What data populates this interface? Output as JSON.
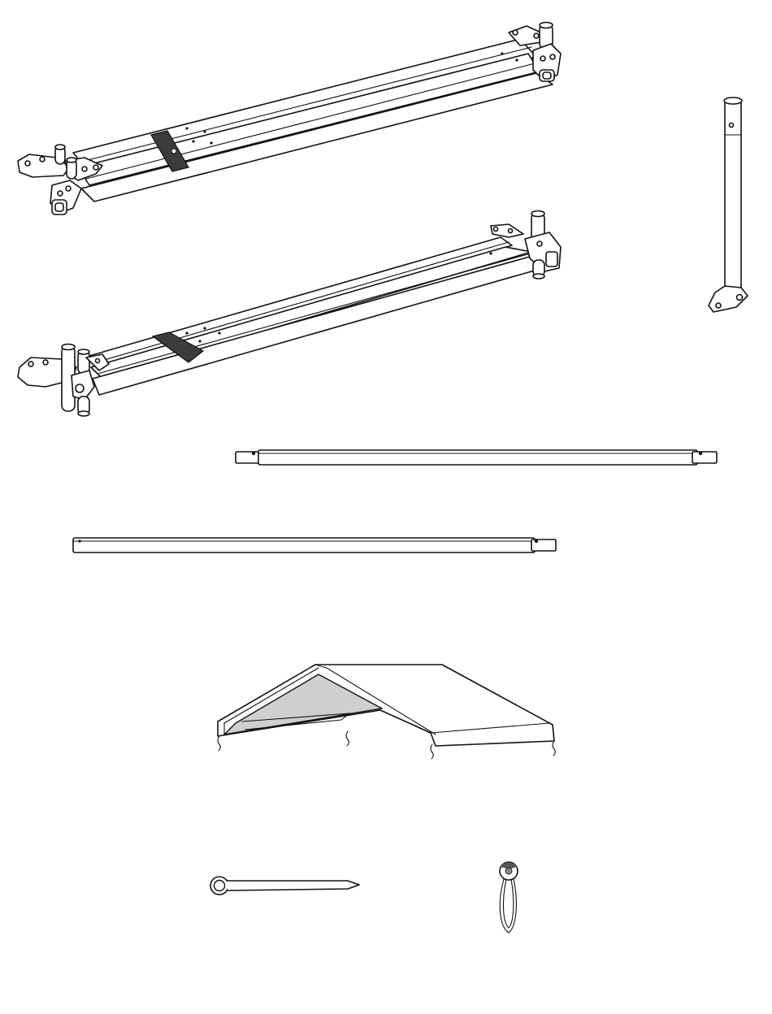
{
  "diagram": {
    "parts": [
      {
        "id": "top-rail-assembly-1",
        "icon": "folding-rail-icon"
      },
      {
        "id": "top-rail-assembly-2",
        "icon": "folding-rail-icon"
      },
      {
        "id": "leg-pole",
        "icon": "leg-pole-icon"
      },
      {
        "id": "cross-pole-long",
        "icon": "pole-icon"
      },
      {
        "id": "cross-pole-short",
        "icon": "pole-icon"
      },
      {
        "id": "canopy-cover",
        "icon": "canopy-icon"
      },
      {
        "id": "ground-stake",
        "icon": "stake-icon"
      },
      {
        "id": "ball-bungee",
        "icon": "bungee-icon"
      }
    ],
    "colors": {
      "line": "#111111",
      "band": "#3c3c3c",
      "canopy_inside": "#cfcfcf",
      "background": "#ffffff"
    }
  }
}
